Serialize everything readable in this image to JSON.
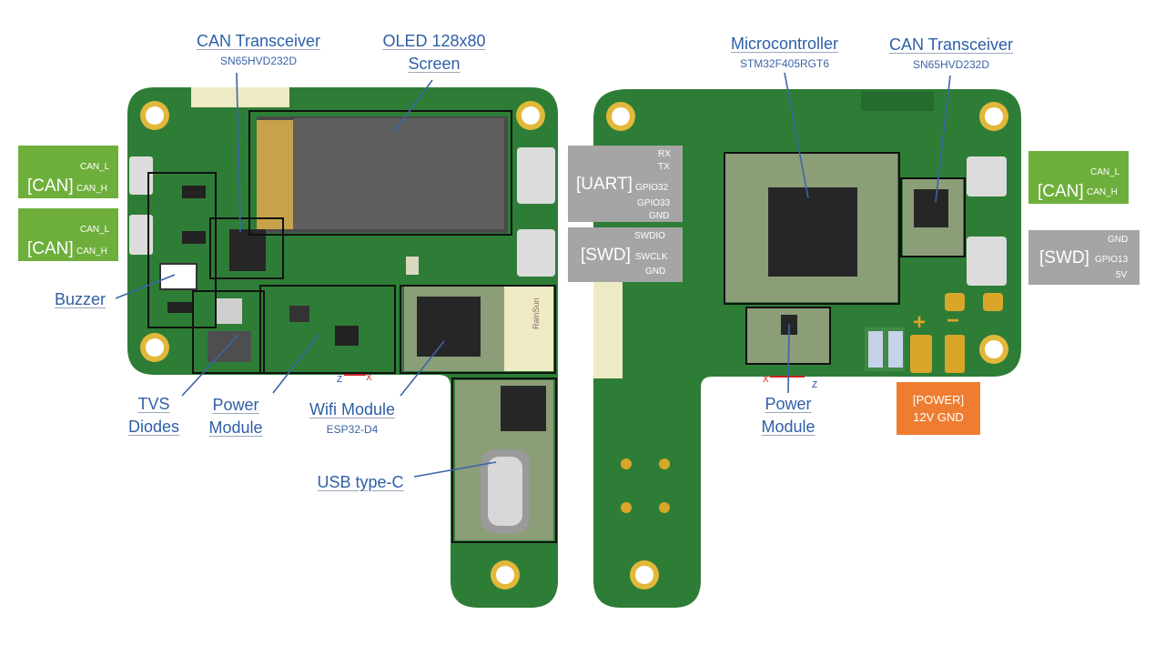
{
  "callouts": {
    "can_left": {
      "title": "CAN Transceiver",
      "sub": "SN65HVD232D"
    },
    "oled": {
      "line1": "OLED 128x80",
      "line2": "Screen"
    },
    "buzzer": {
      "title": "Buzzer"
    },
    "tvs": {
      "line1": "TVS",
      "line2": "Diodes"
    },
    "power_left": {
      "line1": "Power",
      "line2": "Module"
    },
    "wifi": {
      "title": "Wifi Module",
      "sub": "ESP32-D4"
    },
    "usb": {
      "title": "USB type-C"
    },
    "mcu": {
      "title": "Microcontroller",
      "sub": "STM32F405RGT6"
    },
    "can_right": {
      "title": "CAN Transceiver",
      "sub": "SN65HVD232D"
    },
    "power_right": {
      "line1": "Power",
      "line2": "Module"
    }
  },
  "pin_boxes": {
    "can1": {
      "label": "[CAN]",
      "pins": [
        "CAN_L",
        "CAN_H"
      ]
    },
    "can2": {
      "label": "[CAN]",
      "pins": [
        "CAN_L",
        "CAN_H"
      ]
    },
    "uart": {
      "label": "[UART]",
      "pins": [
        "RX",
        "TX",
        "GPIO32",
        "GPIO33",
        "GND"
      ]
    },
    "swd_left": {
      "label": "[SWD]",
      "pins": [
        "SWDIO",
        "SWCLK",
        "GND"
      ]
    },
    "can_right": {
      "label": "[CAN]",
      "pins": [
        "CAN_L",
        "CAN_H"
      ]
    },
    "swd_right": {
      "label": "[SWD]",
      "pins": [
        "GND",
        "GPIO13",
        "5V"
      ]
    },
    "power": {
      "line1": "[POWER]",
      "line2": "12V GND"
    }
  },
  "silkscreen": {
    "buzzer_brand": "RainSun",
    "plus": "+",
    "minus": "−",
    "axis_z": "Z",
    "axis_x": "X"
  },
  "colors": {
    "pcb_green": "#2e7d36",
    "can_box_green": "#6eaf3c",
    "pin_box_grey": "#a5a5a5",
    "power_box_orange": "#ee7d31",
    "callout_blue": "#2e5fa8",
    "gold_pad": "#d9a62a"
  }
}
